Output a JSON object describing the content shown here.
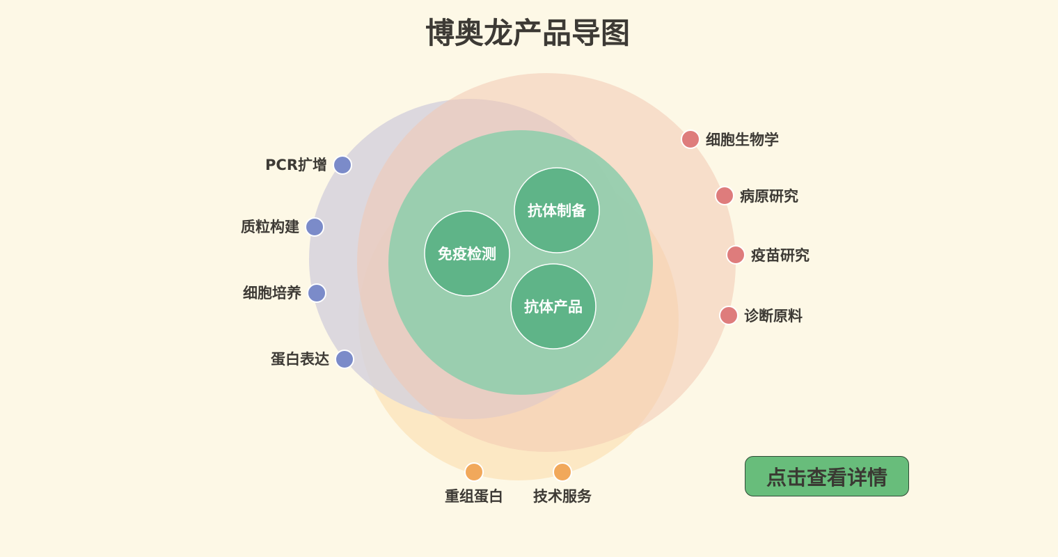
{
  "title": "博奥龙产品导图",
  "cta_label": "点击查看详情",
  "colors": {
    "background": "#fdf8e6",
    "purple_group": "#7b8bc9",
    "red_group": "#de7c7c",
    "orange_group": "#f1a85b",
    "core_fill": "#5fb488",
    "inner_fill": "#9dceb0",
    "button": "#68bd7b"
  },
  "left_items": [
    "PCR扩增",
    "质粒构建",
    "细胞培养",
    "蛋白表达"
  ],
  "right_items": [
    "细胞生物学",
    "病原研究",
    "疫苗研究",
    "诊断原料"
  ],
  "bottom_items": [
    "重组蛋白",
    "技术服务"
  ],
  "core_items": [
    "抗体制备",
    "免疫检测",
    "抗体产品"
  ]
}
